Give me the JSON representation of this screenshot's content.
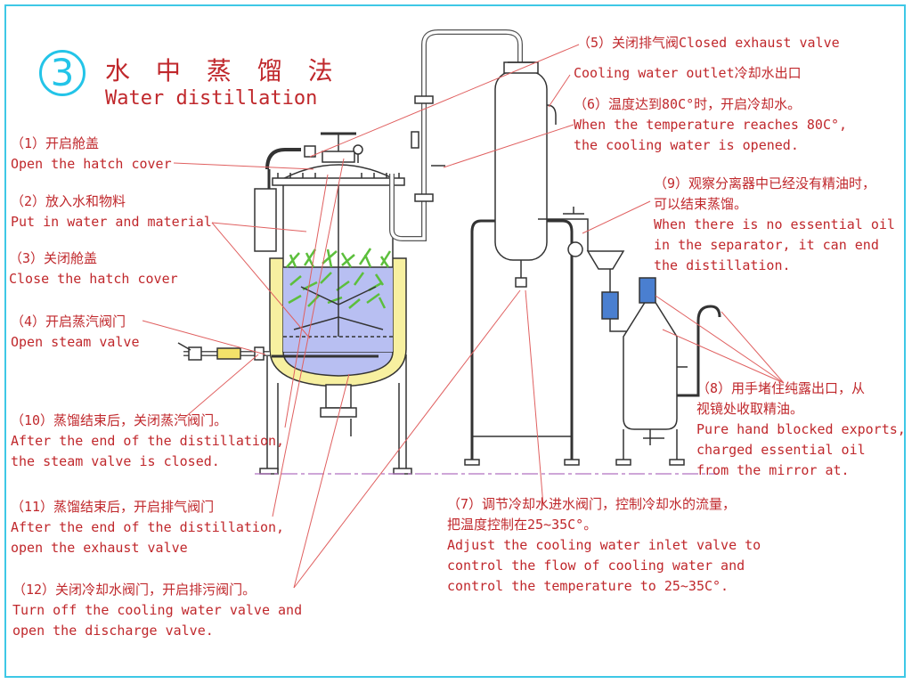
{
  "title": {
    "number": "3",
    "chinese": "水 中 蒸 馏 法",
    "english": "Water distillation"
  },
  "steps": {
    "s1": {
      "cn": "（1）开启舱盖",
      "en": "Open the hatch cover"
    },
    "s2": {
      "cn": "（2）放入水和物料",
      "en": "Put in water and material"
    },
    "s3": {
      "cn": "（3）关闭舱盖",
      "en": "Close the hatch cover"
    },
    "s4": {
      "cn": "（4）开启蒸汽阀门",
      "en": "Open steam valve"
    },
    "s5": {
      "cn": "（5）关闭排气阀Closed exhaust valve"
    },
    "cooling_outlet": {
      "text": "Cooling water outlet冷却水出口"
    },
    "s6": {
      "cn": "（6）温度达到80C°时，开启冷却水。",
      "en1": "When the temperature reaches 80C°,",
      "en2": "the cooling water is opened."
    },
    "s7": {
      "cn1": "（7）调节冷却水进水阀门，控制冷却水的流量，",
      "cn2": "把温度控制在25~35C°。",
      "en1": "Adjust the cooling water inlet valve to",
      "en2": "control the flow of cooling water and",
      "en3": "control the temperature to 25~35C°."
    },
    "s8": {
      "cn1": "（8）用手堵住纯露出口，从",
      "cn2": "视镜处收取精油。",
      "en1": "Pure hand blocked exports,",
      "en2": " charged essential oil",
      "en3": "from the mirror at."
    },
    "s9": {
      "cn1": "（9）观察分离器中已经没有精油时，",
      "cn2": "可以结束蒸馏。",
      "en1": "When there is no essential oil",
      "en2": "in the separator, it can end",
      "en3": "the distillation."
    },
    "s10": {
      "cn": "（10）蒸馏结束后，关闭蒸汽阀门。",
      "en1": "After the end of the distillation,",
      "en2": "the steam valve is closed."
    },
    "s11": {
      "cn": "（11）蒸馏结束后，开启排气阀门",
      "en1": "After the end of the distillation,",
      "en2": "open the exhaust valve"
    },
    "s12": {
      "cn": "（12）关闭冷却水阀门，开启排污阀门。",
      "en1": "Turn off the cooling water valve and",
      "en2": "open the discharge valve."
    }
  },
  "colors": {
    "frame": "#3ec8e6",
    "title_circle": "#23c4e8",
    "label_text": "#c0282c",
    "leader_line": "#e06060",
    "jacket": "#f7f0a0",
    "water": "#b8bff2",
    "plant": "#5cbf3c",
    "sight_glass": "#4a7fd0"
  }
}
